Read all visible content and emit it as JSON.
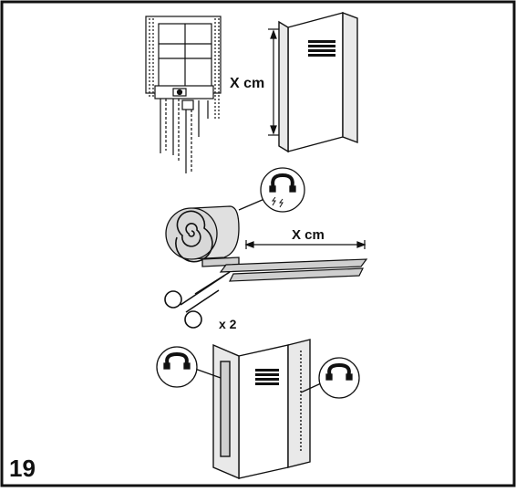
{
  "step": {
    "number": "19"
  },
  "panel_top": {
    "dimension_label": "X cm"
  },
  "panel_middle": {
    "dimension_label": "X cm",
    "quantity_label": "x 2"
  },
  "icons": [
    "magnet-icon",
    "scissors-icon",
    "insulation-roll-icon"
  ],
  "colors": {
    "line": "#111111",
    "fill": "#ffffff",
    "strip": "#cfcfcf",
    "panel_shade": "#e9e9e9"
  }
}
